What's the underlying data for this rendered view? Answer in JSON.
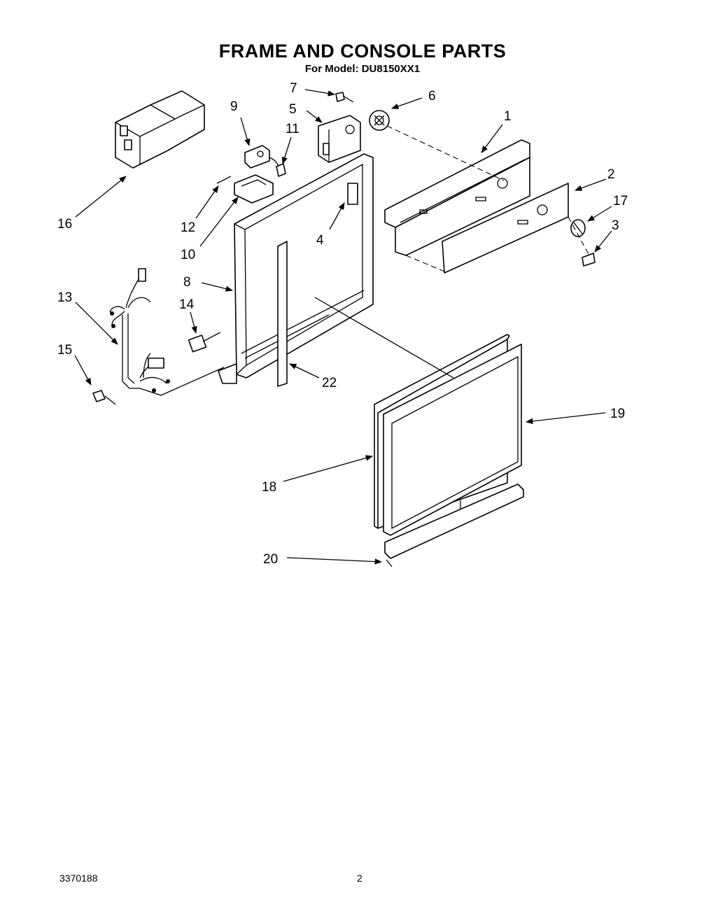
{
  "header": {
    "title": "FRAME AND CONSOLE PARTS",
    "subtitle": "For Model: DU8150XX1"
  },
  "footer": {
    "doc_number": "3370188",
    "page_number": "2"
  },
  "callouts": {
    "c1": "1",
    "c2": "2",
    "c3": "3",
    "c4": "4",
    "c5": "5",
    "c6": "6",
    "c7": "7",
    "c8": "8",
    "c9": "9",
    "c10": "10",
    "c11": "11",
    "c12": "12",
    "c13": "13",
    "c14": "14",
    "c15": "15",
    "c16": "16",
    "c17": "17",
    "c18": "18",
    "c19": "19",
    "c20": "20",
    "c22": "22"
  }
}
